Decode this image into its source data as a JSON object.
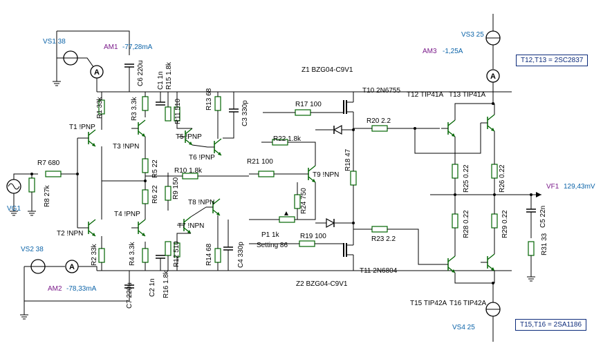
{
  "labels": {
    "vs1": "VS1 38",
    "am1_name": "AM1",
    "am1_val": "-77,28mA",
    "vs2": "VS2 38",
    "am2_name": "AM2",
    "am2_val": "-78,33mA",
    "vs3": "VS3 25",
    "am3_name": "AM3",
    "am3_val": "-1,25A",
    "vs4": "VS4 25",
    "vg1": "VG1",
    "vf1_name": "VF1",
    "vf1_val": "129,43mV",
    "z1": "Z1 BZG04-C9V1",
    "z2": "Z2 BZG04-C9V1",
    "t10": "T10 2N6755",
    "t11": "T11 2N6804",
    "t12": "T12 TIP41A",
    "t13": "T13 TIP41A",
    "t15": "T15 TIP42A",
    "t16": "T16 TIP42A",
    "box_top": "T12,T13 = 2SC2837",
    "box_bottom": "T15,T16 = 2SA1186",
    "t1": "T1 !PNP",
    "t2": "T2 !NPN",
    "t3": "T3 !NPN",
    "t4": "T4 !PNP",
    "t5": "T5 !PNP",
    "t6": "T6 !PNP",
    "t7": "T7 !NPN",
    "t8": "T8 !NPN",
    "t9": "T9 !NPN",
    "r7": "R7 680",
    "r17": "R17 100",
    "r20": "R20 2.2",
    "r22": "R22 1.8k",
    "r21": "R21 100",
    "r10": "R10 1.8k",
    "r19": "R19 100",
    "r23": "R23 2.2",
    "p1": "P1 1k",
    "p1_setting": "Setting 86",
    "r1": "R1 33k",
    "r3": "R3 3.3k",
    "c1": "C1 1n",
    "r15": "R15 1.8k",
    "r11": "R11 510",
    "r13": "R13 68",
    "c3": "C3 330p",
    "c6": "C6 220u",
    "r8": "R8 27k",
    "r5": "R5 22",
    "r6": "R6 22",
    "r9": "R9 150",
    "r2": "R2 33k",
    "r4": "R4 3.3k",
    "c2": "C2 1n",
    "r16": "R16 1.8k",
    "r12": "R12 510",
    "r14": "R14 68",
    "c4": "C4 330p",
    "c7": "C7 220u",
    "r18": "R18 47",
    "r24": "R24 750",
    "r25": "R25 0.22",
    "r26": "R26 0.22",
    "r28": "R28 0.22",
    "r29": "R29 0.22",
    "c5": "C5 22n",
    "r31": "R31 33"
  },
  "colors": {
    "wire": "#000000",
    "resistor": "#006400",
    "transistor": "#006400",
    "label_blue": "#0b63a8",
    "label_purple": "#7a1a8a",
    "box_border": "#0b2a7a"
  }
}
